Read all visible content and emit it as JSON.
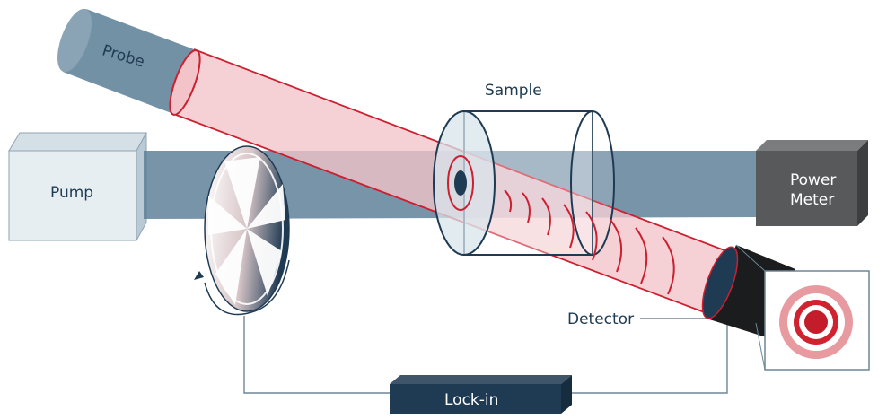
{
  "labels": {
    "probe": "Probe",
    "pump": "Pump",
    "sample": "Sample",
    "power_meter_line1": "Power",
    "power_meter_line2": "Meter",
    "detector": "Detector",
    "lockin": "Lock-in"
  },
  "colors": {
    "pump_beam": "#5a7d96",
    "probe_beam_fill": "#f2c4c9",
    "probe_beam_edge": "#cc1f2f",
    "navy": "#1f3b53",
    "power_meter": "#57595b",
    "pump_box": "#e7eef2",
    "target_red": "#d0222f",
    "target_pink": "#e79aa0"
  }
}
